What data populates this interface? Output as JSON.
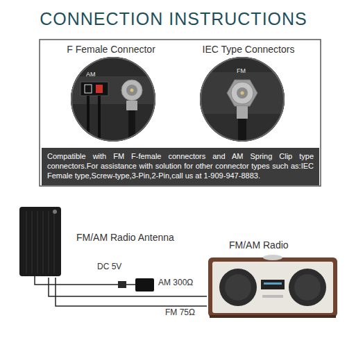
{
  "diagram": {
    "title": "CONNECTION INSTRUCTIONS",
    "nodes": [
      {
        "text": [
          "F Female Connector"
        ]
      },
      {
        "text": [
          "IEC Type Connectors"
        ]
      },
      {
        "text": [
          "AM"
        ],
        "in": 0
      },
      {
        "text": [
          "FM"
        ],
        "in": 1
      },
      {
        "text": [
          "Compatible with FM F-female connectors and AM Spring Clip type connectors.For assistance with solution for other connector types such as:IEC Female type,Screw-type,3-Pin,2-Pin,call us at 1-909-947-8883."
        ]
      },
      {
        "text": [
          "FM/AM Radio Antenna"
        ]
      },
      {
        "text": [
          "FM/AM Radio"
        ]
      }
    ],
    "edges": [
      {
        "from": 5,
        "to": 6,
        "label": "AM 300Ω",
        "arrow": "none"
      },
      {
        "from": 5,
        "to": 6,
        "label": "FM 75Ω",
        "arrow": "none"
      }
    ],
    "labels": [
      "DC 5V"
    ]
  }
}
